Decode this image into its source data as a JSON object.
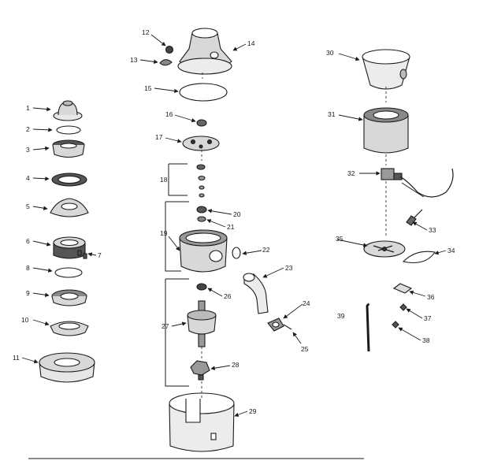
{
  "diagram": {
    "type": "exploded-parts-view",
    "labels": [
      "1",
      "2",
      "3",
      "4",
      "5",
      "6",
      "7",
      "8",
      "9",
      "10",
      "11",
      "12",
      "13",
      "14",
      "15",
      "16",
      "17",
      "18",
      "19",
      "20",
      "21",
      "22",
      "23",
      "24",
      "25",
      "26",
      "27",
      "28",
      "29",
      "30",
      "31",
      "32",
      "33",
      "34",
      "35",
      "36",
      "37",
      "38",
      "39"
    ],
    "colors": {
      "ink": "#1a1a1a",
      "paper": "#ffffff",
      "shade": "#d8d8d8",
      "dark": "#555555"
    }
  }
}
